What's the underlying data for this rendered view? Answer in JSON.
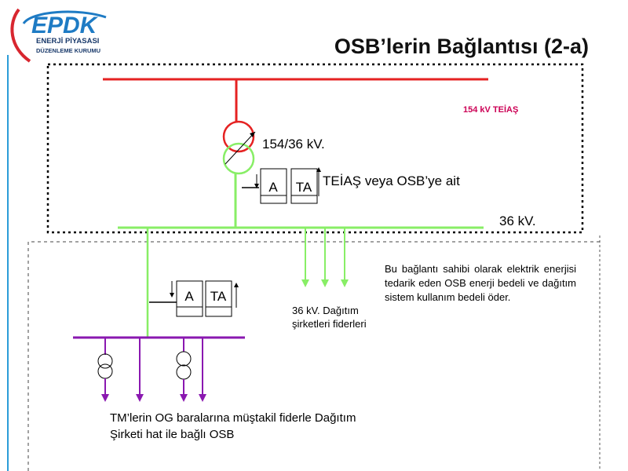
{
  "logo": {
    "brand": "EPDK",
    "line1": "ENERJİ PİYASASI",
    "line2": "DÜZENLEME KURUMU"
  },
  "slide": {
    "title": "OSB’lerin Bağlantısı (2-a)"
  },
  "labels": {
    "teias_154": "154 kV TEİAŞ",
    "transformer_ratio": "154/36 kV.",
    "ownership": "TEİAŞ veya OSB’ye ait",
    "bus_36kv": "36 kV.",
    "feeders": "36 kV. Dağıtım şirketleri fiderleri",
    "note": "Bu bağlantı sahibi olarak elektrik enerjisi tedarik eden OSB  enerji bedeli ve dağıtım sistem kullanım bedeli öder.",
    "bottom": "TM’lerin OG baralarına müştakil fiderle Dağıtım Şirketi hat ile bağlı OSB"
  },
  "meters": {
    "upper": {
      "a": "A",
      "ta": "TA"
    },
    "lower": {
      "a": "A",
      "ta": "TA"
    }
  },
  "colors": {
    "hv_red": "#e52222",
    "mv_green": "#88ee66",
    "lv_purple": "#8a18b0",
    "teias_label": "#cc0055",
    "logo_blue": "#1e7bc4",
    "logo_red": "#d8262f",
    "logo_navy": "#1a3a6b"
  }
}
